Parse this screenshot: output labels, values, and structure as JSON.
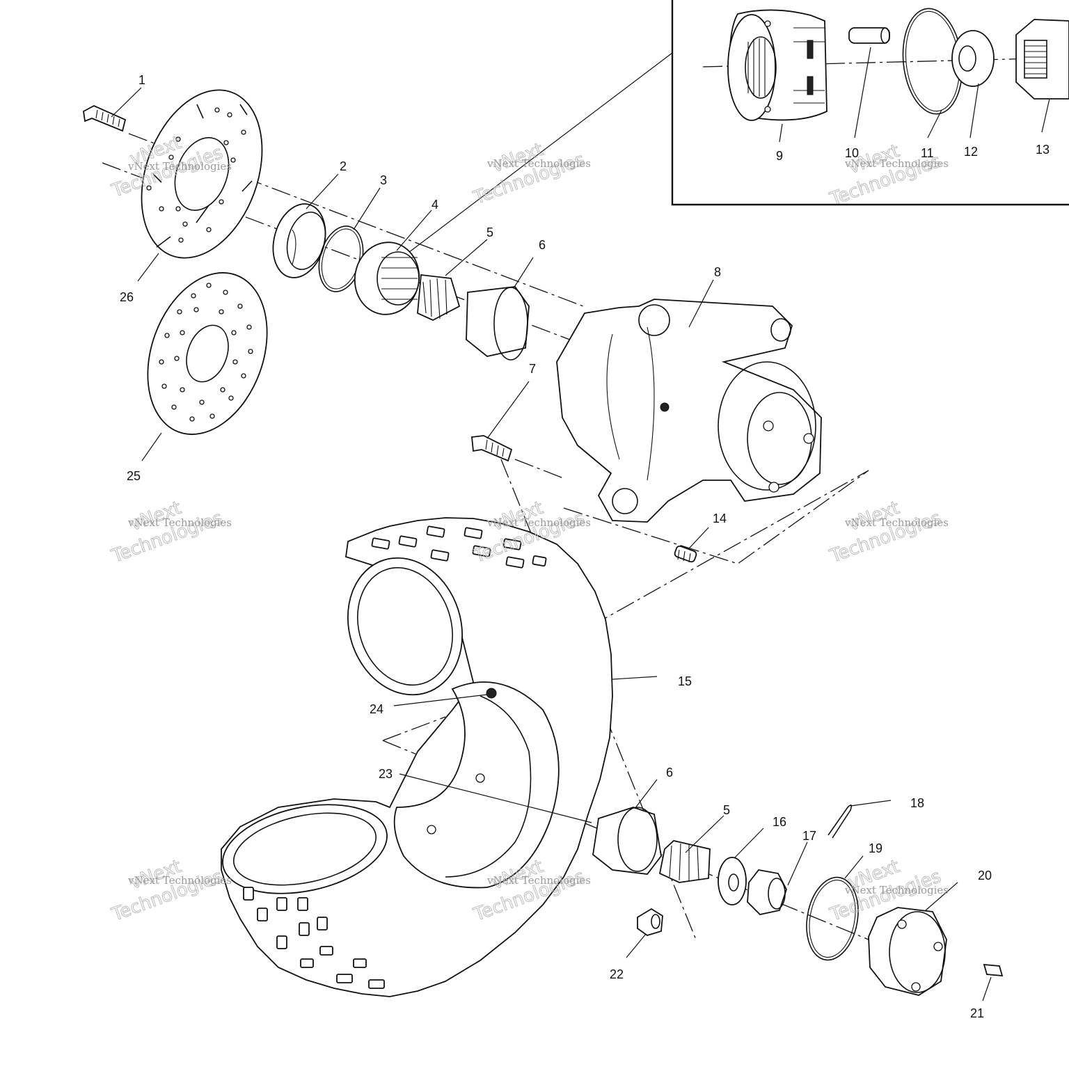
{
  "part_numbers": {
    "p1": "1",
    "p2": "2",
    "p3": "3",
    "p4": "4",
    "p5": "5",
    "p5b": "5",
    "p6": "6",
    "p6b": "6",
    "p7": "7",
    "p8": "8",
    "p9": "9",
    "p10": "10",
    "p11": "11",
    "p12": "12",
    "p13": "13",
    "p14": "14",
    "p15": "15",
    "p16": "16",
    "p17": "17",
    "p18": "18",
    "p19": "19",
    "p20": "20",
    "p21": "21",
    "p22": "22",
    "p23": "23",
    "p24": "24",
    "p25": "25",
    "p26": "26"
  },
  "watermark": {
    "line1": "vNext",
    "line2": "vNext Technologies",
    "line3": "Technologies"
  },
  "colors": {
    "ink": "#111111",
    "paper": "#ffffff",
    "watermark": "#9a9a9a"
  }
}
